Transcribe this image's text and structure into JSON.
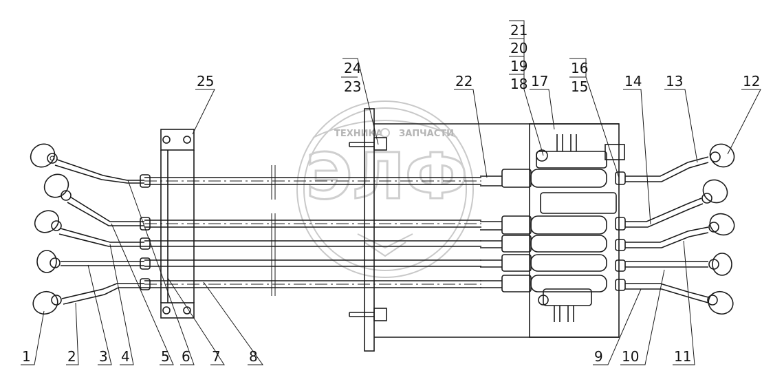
{
  "drawing": {
    "labels_bottom": [
      "1",
      "2",
      "3",
      "4",
      "5",
      "6",
      "7",
      "8",
      "9",
      "10",
      "11"
    ],
    "labels_top": [
      "25",
      "24",
      "23",
      "22",
      "21",
      "20",
      "19",
      "18",
      "17",
      "16",
      "15",
      "14",
      "13",
      "12"
    ]
  },
  "watermark": {
    "top_text_left": "ТЕХНИКА",
    "top_text_right": "ЗАПЧАСТИ",
    "logo_text": "ЭЛФ"
  }
}
